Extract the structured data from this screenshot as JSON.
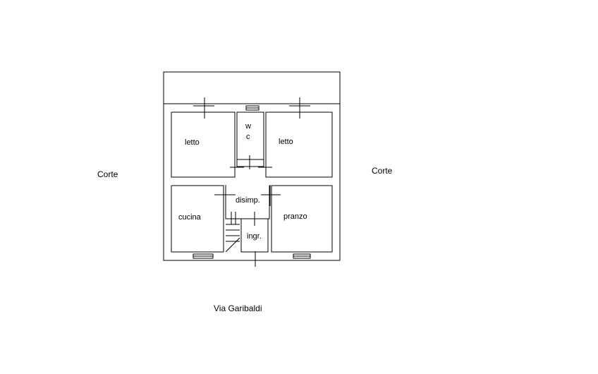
{
  "labels": {
    "corte_left": "Corte",
    "corte_right": "Corte",
    "street": "Via Garibaldi"
  },
  "rooms": {
    "letto_left": "letto",
    "wc_w": "w",
    "wc_c": "c",
    "letto_right": "letto",
    "disimp": "disimp.",
    "cucina": "cucina",
    "pranzo": "pranzo",
    "ingr": "ingr."
  }
}
